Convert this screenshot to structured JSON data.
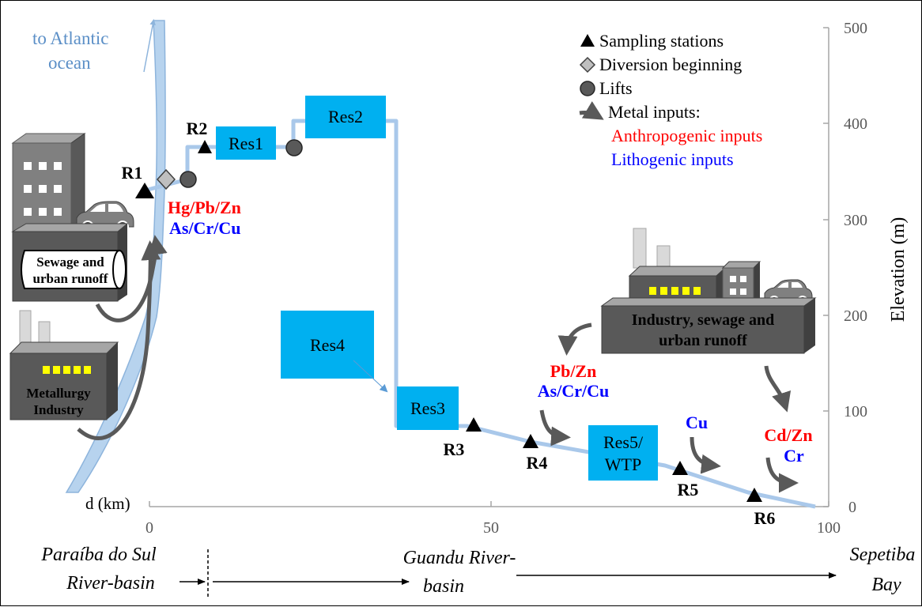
{
  "river_label": [
    "to Atlantic",
    "ocean"
  ],
  "legend": {
    "sampling": "Sampling stations",
    "diversion": "Diversion beginning",
    "lifts": "Lifts",
    "metal": "Metal inputs:",
    "anthropogenic": "Anthropogenic inputs",
    "lithogenic": "Lithogenic inputs"
  },
  "axis": {
    "y_label": "Elevation (m)",
    "y_ticks": [
      "500",
      "400",
      "300",
      "200",
      "100",
      "0"
    ],
    "x_label": "d (km)",
    "x_ticks": [
      "0",
      "50",
      "100"
    ]
  },
  "reservoirs": [
    "Res1",
    "Res2",
    "Res3",
    "Res4",
    "Res5/",
    "WTP"
  ],
  "stations": [
    "R1",
    "R2",
    "R3",
    "R4",
    "R5",
    "R6"
  ],
  "sources": {
    "sewage": [
      "Sewage and",
      "urban runoff"
    ],
    "metallurgy": [
      "Metallurgy",
      "Industry"
    ],
    "industry": [
      "Industry, sewage and",
      "urban runoff"
    ]
  },
  "inputs": {
    "r1_anthro": "Hg/Pb/Zn",
    "r1_litho": "As/Cr/Cu",
    "r4_anthro": "Pb/Zn",
    "r4_litho": "As/Cr/Cu",
    "r5_litho": "Cu",
    "r6_anthro": "Cd/Zn",
    "r6_litho": "Cr"
  },
  "basins": {
    "paraiba": [
      "Paraíba do Sul",
      "River-basin"
    ],
    "guandu": [
      "Guandu River-",
      "basin"
    ],
    "sepetiba": [
      "Sepetiba",
      "Bay"
    ]
  },
  "colors": {
    "river": "#b7d3ee",
    "river_stroke": "#8db4dc",
    "river_text": "#5b8fc7",
    "reservoir": "#00b0f0",
    "anthropogenic": "#ff0000",
    "lithogenic": "#0000ff",
    "arrow": "#595959",
    "axis": "#a6a6a6"
  }
}
